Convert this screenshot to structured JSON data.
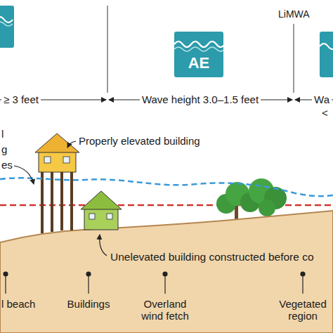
{
  "diagram": {
    "nodes": [
      {
        "text": [
          "AE"
        ]
      }
    ],
    "labels": [
      "≥ 3 feet",
      "Wave height 3.0–1.5 feet",
      "LiMWA",
      "Wa",
      "<",
      "Properly elevated building",
      "l",
      "g",
      "es",
      "Unelevated building constructed before co",
      "l beach",
      "Buildings",
      "Overland wind fetch",
      "Vegetated region"
    ]
  }
}
